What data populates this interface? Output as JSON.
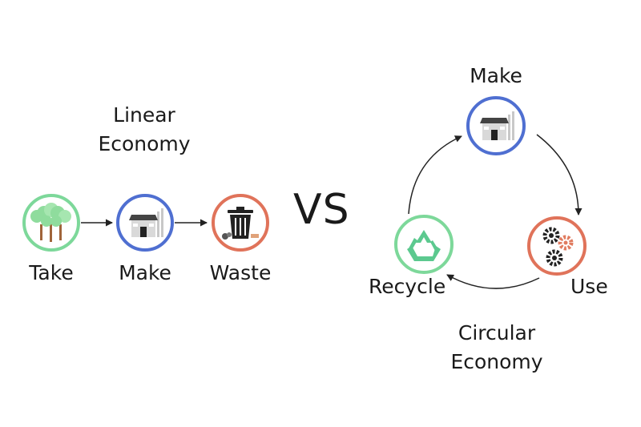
{
  "linear": {
    "title_line1": "Linear",
    "title_line2": "Economy",
    "steps": {
      "take": "Take",
      "make": "Make",
      "waste": "Waste"
    }
  },
  "vs_text": "VS",
  "circular": {
    "title_line1": "Circular",
    "title_line2": "Economy",
    "steps": {
      "make": "Make",
      "use": "Use",
      "recycle": "Recycle"
    }
  },
  "colors": {
    "green": "#7dd89a",
    "blue": "#4f6fd1",
    "orange": "#e0735a",
    "gear_orange": "#e07b5f",
    "tree": "#8fdc9d",
    "trunk": "#a0643a",
    "recycle": "#5cc98f"
  },
  "icons": [
    "trees-icon",
    "factory-icon",
    "trash-bin-icon",
    "factory-icon",
    "gears-icon",
    "recycle-icon"
  ]
}
